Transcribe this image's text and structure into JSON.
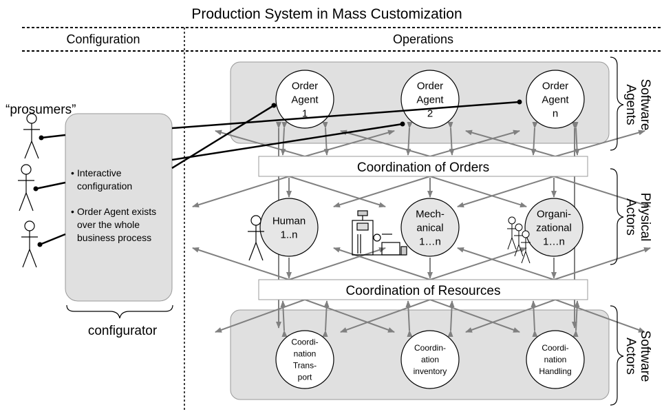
{
  "title": "Production System in Mass Customization",
  "sections": {
    "configuration": "Configuration",
    "operations": "Operations"
  },
  "prosumers_label": "“prosumers”",
  "configurator": {
    "bullet_1": [
      "Interactive",
      "configuration"
    ],
    "bullet_2": [
      "Order Agent exists",
      "over the whole",
      "business process"
    ],
    "label": "configurator"
  },
  "order_agents": [
    [
      "Order",
      "Agent",
      "1"
    ],
    [
      "Order",
      "Agent",
      "2"
    ],
    [
      "Order",
      "Agent",
      "n"
    ]
  ],
  "coordination_of_orders": "Coordination of Orders",
  "physical_actors": [
    [
      "Human",
      "1..n"
    ],
    [
      "Mech-",
      "anical",
      "1…n"
    ],
    [
      "Organi-",
      "zational",
      "1…n"
    ]
  ],
  "coordination_of_resources": "Coordination of Resources",
  "software_actors": [
    [
      "Coordi-",
      "nation",
      "Trans-",
      "port"
    ],
    [
      "Coordin-",
      "ation",
      "inventory"
    ],
    [
      "Coordi-",
      "nation",
      "Handling"
    ]
  ],
  "side_labels": {
    "software_agents": [
      "Software",
      "Agents"
    ],
    "physical_actors": [
      "Physical",
      "Actors"
    ],
    "software_actors": [
      "Software",
      "Actors"
    ]
  },
  "colors": {
    "panel_fill": "#e0e0e0",
    "circle_fill": "#ffffff",
    "physical_fill": "#e6e6e6",
    "arrow": "#808080",
    "connector": "#000000"
  }
}
